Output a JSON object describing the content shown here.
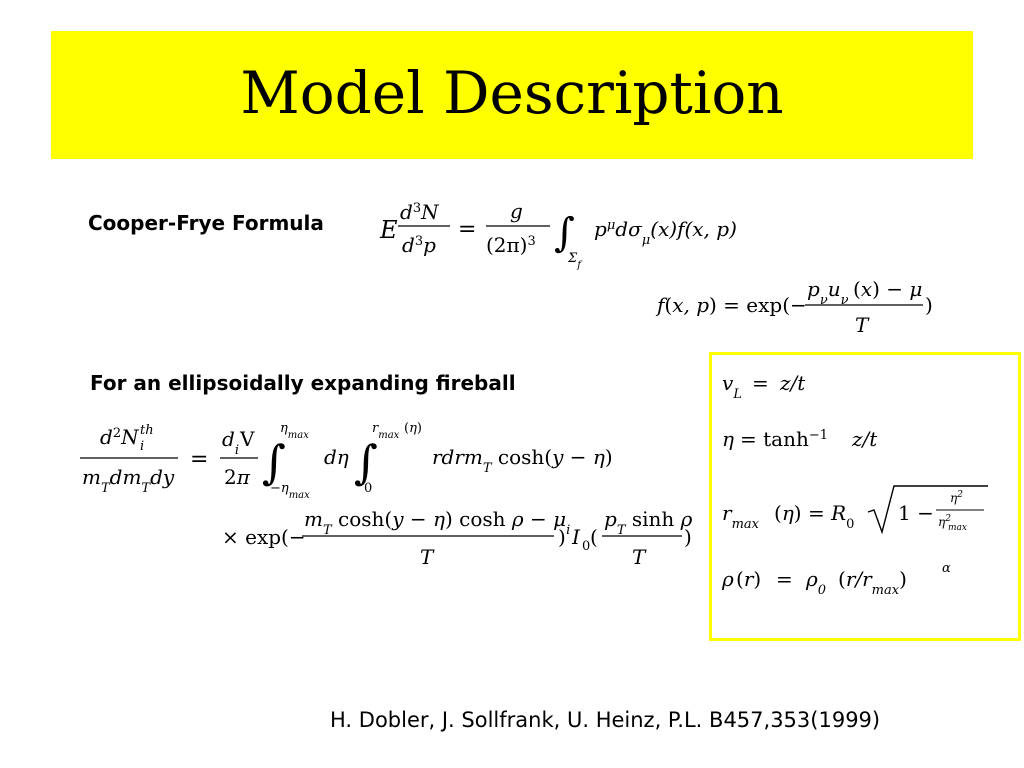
{
  "slide": {
    "title": "Model Description",
    "cooper_frye_label": "Cooper-Frye Formula",
    "ellipsoid_label": "For an ellipsoidally expanding fireball",
    "citation": "H. Dobler, J. Sollfrank, U. Heinz, P.L. B457,353(1999)"
  },
  "colors": {
    "title_bar": "#ffff00",
    "box_border": "#ffff00"
  }
}
